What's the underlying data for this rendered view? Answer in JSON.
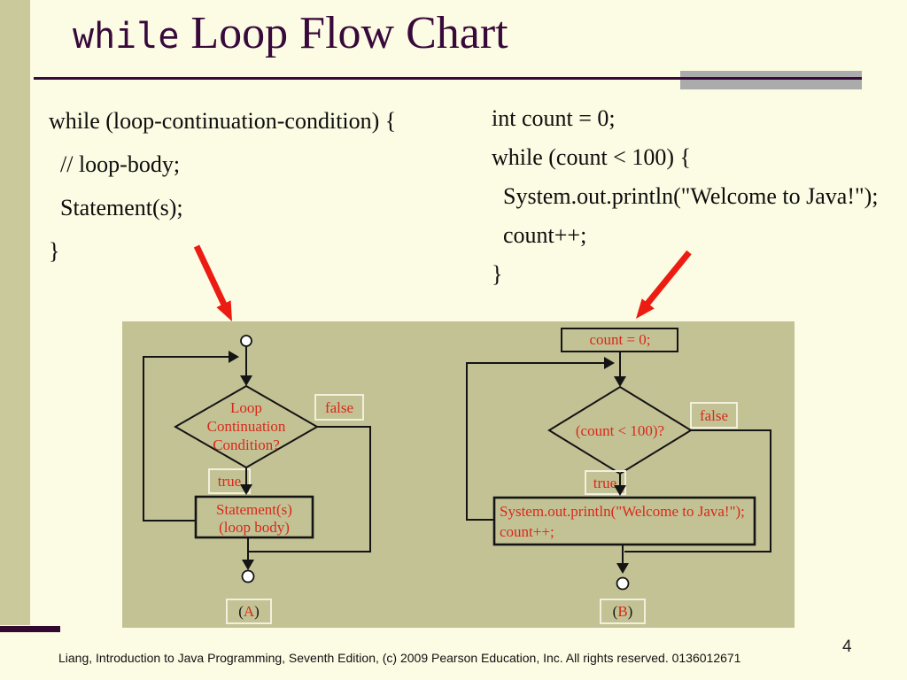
{
  "slide": {
    "title_keyword": "while",
    "title_rest": " Loop Flow Chart",
    "page_number": "4",
    "footer": "Liang, Introduction to Java Programming, Seventh Edition, (c) 2009 Pearson Education, Inc. All rights reserved. 0136012671"
  },
  "code_left": {
    "lines": [
      "while (loop-continuation-condition) {",
      "  // loop-body;",
      "  Statement(s);",
      "}"
    ]
  },
  "code_right": {
    "lines": [
      "int count = 0;",
      "while (count < 100) {",
      "  System.out.println(\"Welcome to Java!\");",
      "  count++;",
      "}"
    ]
  },
  "flowchart_a": {
    "condition_line1": "Loop",
    "condition_line2": "Continuation",
    "condition_line3": "Condition?",
    "false_label": "false",
    "true_label": "true",
    "body_line1": "Statement(s)",
    "body_line2": "(loop body)",
    "caption_open": "(",
    "caption_letter": "A",
    "caption_close": ")"
  },
  "flowchart_b": {
    "init_label": "count = 0;",
    "condition": "(count < 100)?",
    "false_label": "false",
    "true_label": "true",
    "body_line1": "System.out.println(\"Welcome to Java!\");",
    "body_line2": "count++;",
    "caption_open": "(",
    "caption_letter": "B",
    "caption_close": ")"
  },
  "colors": {
    "background": "#FCFBE3",
    "side_band": "#C9C99C",
    "panel": "#C3C295",
    "accent_purple": "#38093B",
    "flow_red": "#D8291A",
    "arrow_red": "#EC1C12",
    "gray_block": "#ABABAB"
  }
}
